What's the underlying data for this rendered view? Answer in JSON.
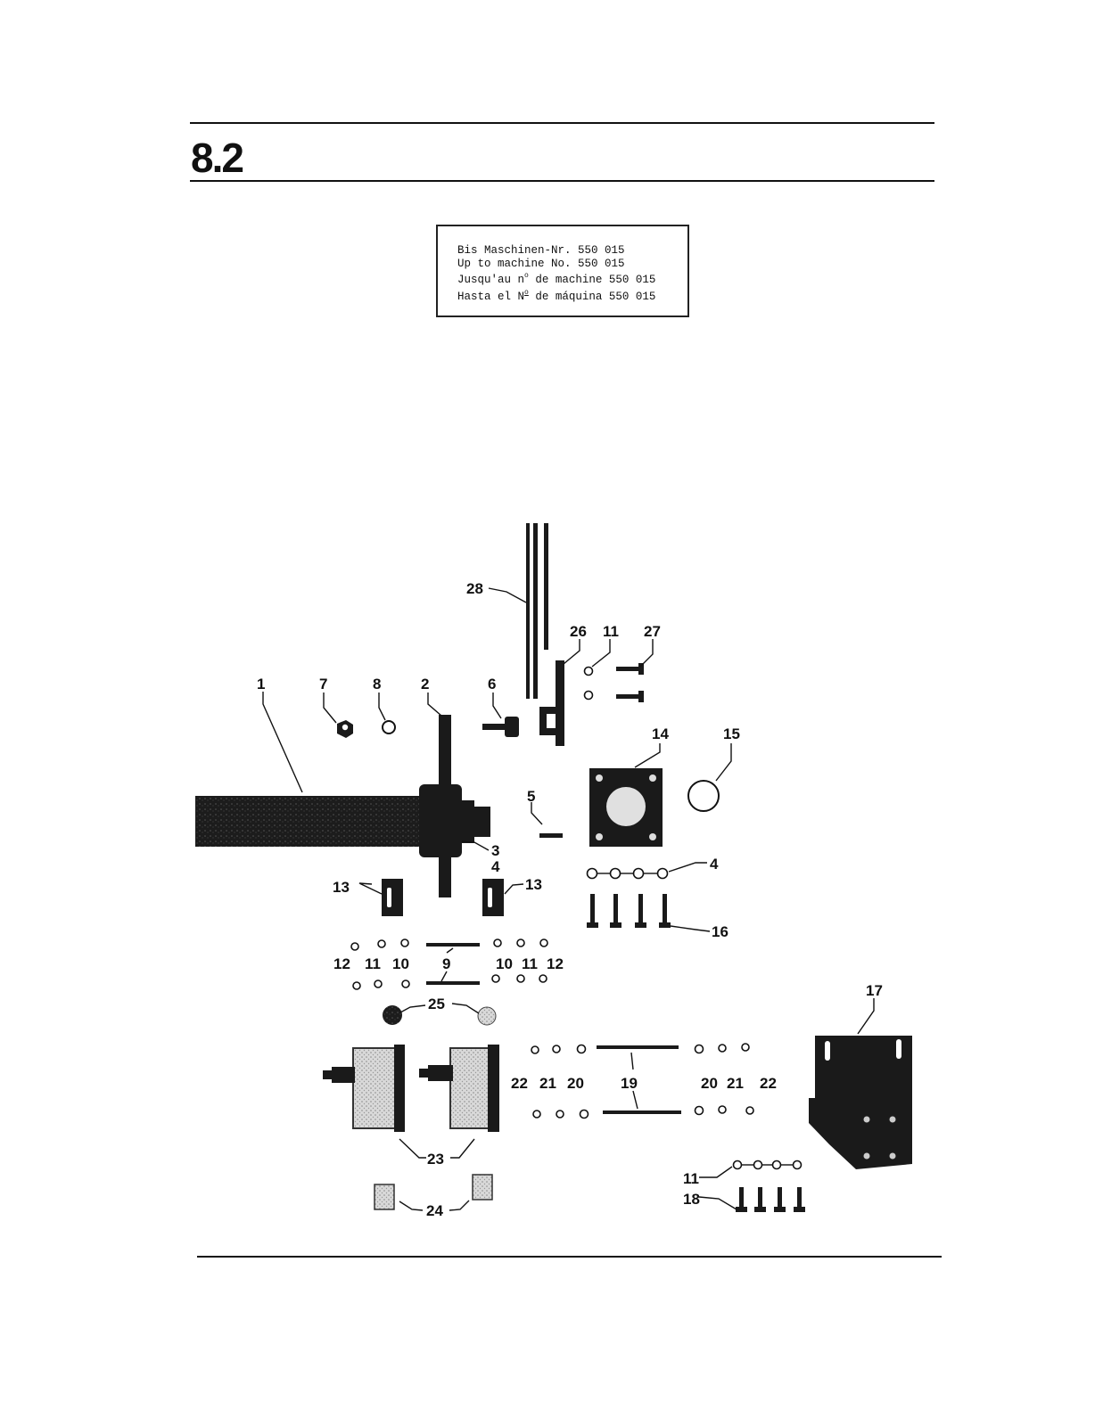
{
  "section": "8.2",
  "machine_note": {
    "line_de_prefix": "Bis Maschinen-Nr. ",
    "line_de_value": "550 015",
    "line_en_prefix": "Up to machine No. ",
    "line_en_value": "550 015",
    "line_fr_a": "Jusqu'au n",
    "line_fr_sup": "o",
    "line_fr_b": " de machine ",
    "line_fr_value": "550 015",
    "line_es_a": "Hasta el N",
    "line_es_sup": "o",
    "line_es_b": " de máquina ",
    "line_es_value": "550 015"
  },
  "labels": {
    "p1": "1",
    "p2": "2",
    "p3": "3",
    "p4a": "4",
    "p4b": "4",
    "p5": "5",
    "p6": "6",
    "p7": "7",
    "p8": "8",
    "p9": "9",
    "p10a": "10",
    "p10b": "10",
    "p11a": "11",
    "p11b": "11",
    "p11c": "11",
    "p11d": "11",
    "p12a": "12",
    "p12b": "12",
    "p13a": "13",
    "p13b": "13",
    "p14": "14",
    "p15": "15",
    "p16": "16",
    "p17": "17",
    "p18": "18",
    "p19": "19",
    "p20a": "20",
    "p20b": "20",
    "p21a": "21",
    "p21b": "21",
    "p22a": "22",
    "p22b": "22",
    "p23": "23",
    "p24": "24",
    "p25": "25",
    "p26": "26",
    "p27": "27",
    "p28": "28"
  }
}
